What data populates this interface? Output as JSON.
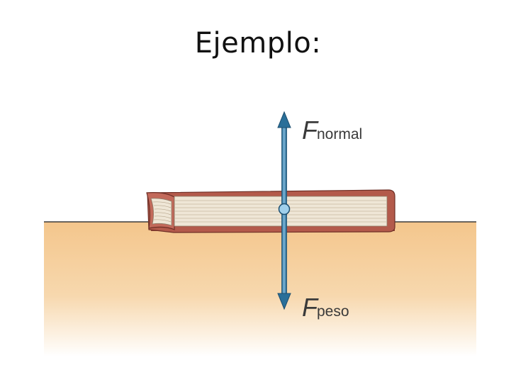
{
  "slide": {
    "title": "Ejemplo:"
  },
  "diagram": {
    "forces": [
      {
        "symbol": "F",
        "subscript": "normal",
        "direction": "up"
      },
      {
        "symbol": "F",
        "subscript": "peso",
        "direction": "down"
      }
    ],
    "colors": {
      "table_top": "#f4c68c",
      "table_bottom": "#ffffff",
      "book_cover": "#b35a4b",
      "book_pages": "#efe6d6",
      "arrow": "#2a6f99",
      "arrow_highlight": "#7fb9dc"
    }
  }
}
